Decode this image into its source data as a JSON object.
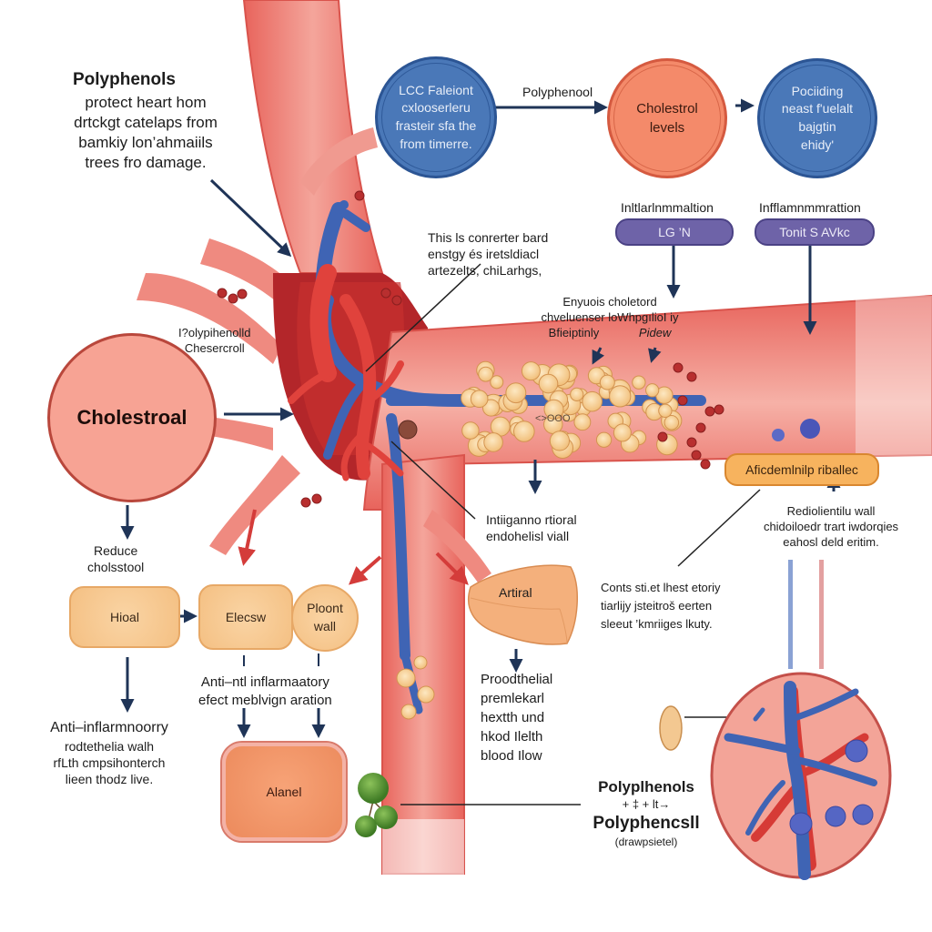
{
  "intro": {
    "title": "Polyphenols",
    "lines": [
      "protect heart hom",
      "drtckgt catelaps from",
      "bamkiy lon’ahmaiils",
      "trees fro damage."
    ]
  },
  "top_flow": {
    "ldl_circle": [
      "LCC Faleiont",
      "cxlooserleru",
      "frasteir sfa the",
      "from timerre."
    ],
    "arrow_label": "Polyphenool",
    "cholesterol_circle": [
      "Cholestrol",
      "levels"
    ],
    "result_circle": [
      "Pociiding",
      "neast f'uelalt",
      "bajgtin",
      "ehidy'"
    ]
  },
  "inflammation": [
    {
      "heading": "Inltlarlnmmaltion",
      "pill": "LG ’N"
    },
    {
      "heading": "Infflamnmmrattion",
      "pill": "Tonit S AVkc"
    }
  ],
  "callout_center": [
    "This ls conrerter bard",
    "enstgy és iretsldiacl",
    "artezelts, chiLarhgs,"
  ],
  "plaque_note": [
    "Enyuois choletord",
    "chveluenser loWhpgılioI iy",
    "Bfieiptinly",
    "Pidew"
  ],
  "left_label": [
    "I?olypihenolld",
    "Chesercroll"
  ],
  "cholesterol_main": "Cholestroal",
  "reduce_label": [
    "Reduce",
    "cholsstool"
  ],
  "tiles": {
    "hioal": "Hioal",
    "elecsw": "Elecsw",
    "plount": [
      "Ploont",
      "wall"
    ],
    "artiral": "Artiral",
    "alanel": "Alanel"
  },
  "anti_center": [
    "Anti–ntl inflarmaatory",
    "efect meblvign aration"
  ],
  "anti_left": {
    "title": "Anti–inflarmnoorry",
    "lines": [
      "rodtethelia walh",
      "rfLth cmpsihonterch",
      "lieen thodz live."
    ]
  },
  "endothelial_label": [
    "Intiiganno rtioral",
    "endohelisl viall"
  ],
  "plaque_center_text": "<>OOO",
  "pill_right": "Aficdemlnilp riballec",
  "right_note": [
    "Rediolientilu wall",
    "chidoiloedr trart iwdorqies",
    "eahosl deld eritim."
  ],
  "mid_note": [
    "Conts sti.et lhest etoriy",
    "tiarlijy jsteitroš eerten",
    "sleeut ’kmriiges lkuty."
  ],
  "endo_health": [
    "Proodthelial",
    "premlekarl",
    "hextth und",
    "hkod Ilelth",
    "blood Ilow"
  ],
  "bottom_right": {
    "title1": "Polyplhenols",
    "symbols": "+ ‡ + lt→",
    "title2": "Polyphencsll",
    "sub": "(drawpsietel)"
  },
  "colors": {
    "artery": "#e9726a",
    "artery_light": "#f5a59c",
    "vein": "#3f64b4",
    "blood_dark": "#c23a36",
    "plaque": "#f6cf92",
    "arrow_dark": "#1f3457",
    "arrow_red": "#d43c3a",
    "leaf": "#5a9a35"
  }
}
